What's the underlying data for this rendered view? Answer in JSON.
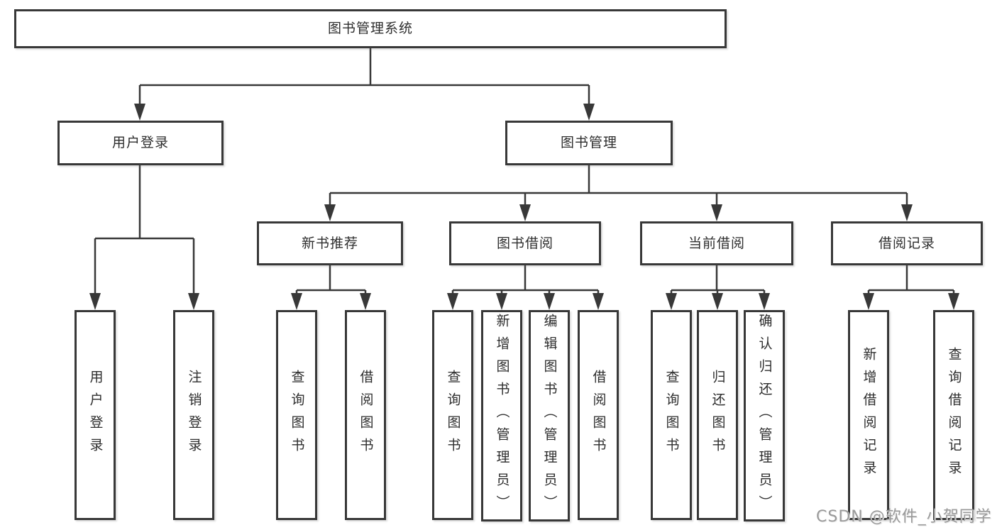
{
  "diagram": {
    "tree": {
      "label": "图书管理系统",
      "children": [
        {
          "label": "用户登录",
          "children": [
            {
              "label": "用户登录"
            },
            {
              "label": "注销登录"
            }
          ]
        },
        {
          "label": "图书管理",
          "children": [
            {
              "label": "新书推荐",
              "children": [
                {
                  "label": "查询图书"
                },
                {
                  "label": "借阅图书"
                }
              ]
            },
            {
              "label": "图书借阅",
              "children": [
                {
                  "label": "查询图书"
                },
                {
                  "label": "新增图书（管理员）"
                },
                {
                  "label": "编辑图书（管理员）"
                },
                {
                  "label": "借阅图书"
                }
              ]
            },
            {
              "label": "当前借阅",
              "children": [
                {
                  "label": "查询图书"
                },
                {
                  "label": "归还图书"
                },
                {
                  "label": "确认归还（管理员）"
                }
              ]
            },
            {
              "label": "借阅记录",
              "children": [
                {
                  "label": "新增借阅记录"
                },
                {
                  "label": "查询借阅记录"
                }
              ]
            }
          ]
        }
      ]
    },
    "colors": {
      "line": "#383838",
      "box_border": "#383838",
      "text": "#2d2d2d",
      "background": "#ffffff",
      "watermark": "#9a9a9a"
    }
  },
  "watermark": {
    "text": "CSDN @软件_小贺同学"
  }
}
